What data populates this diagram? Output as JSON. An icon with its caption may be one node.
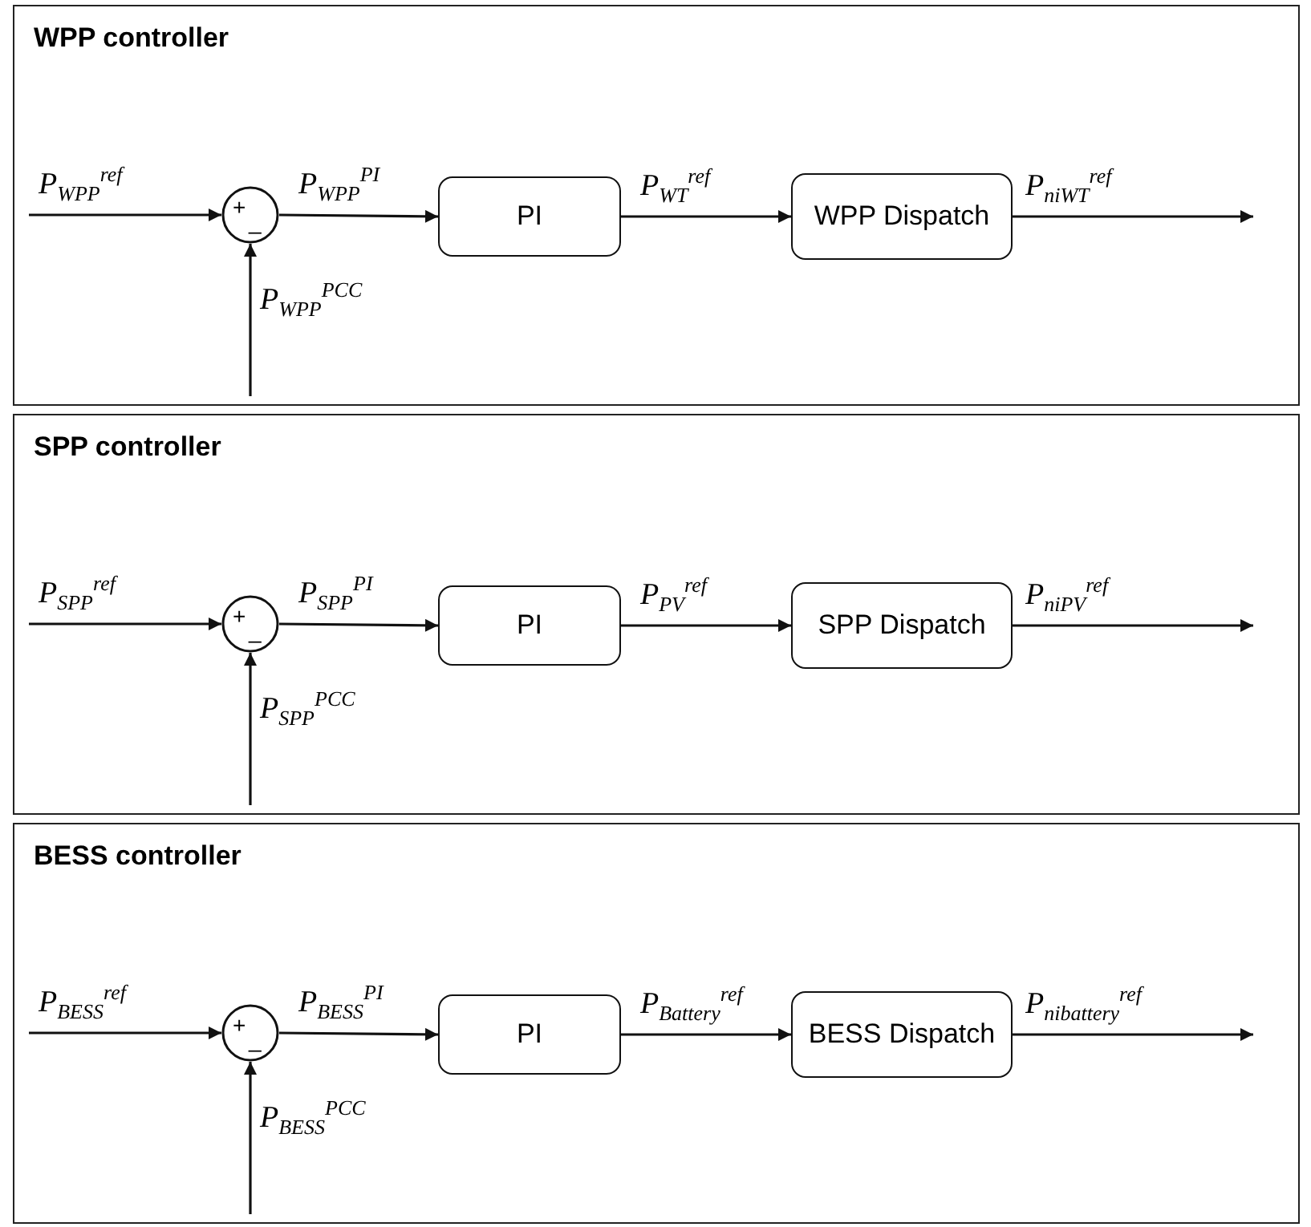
{
  "diagram": {
    "nodes": [
      {
        "text": [
          "WPP controller"
        ]
      },
      {
        "text": [
          "+",
          "_"
        ],
        "in": 0
      },
      {
        "text": [
          "PI"
        ],
        "in": 0
      },
      {
        "text": [
          "WPP Dispatch"
        ],
        "in": 0
      },
      {
        "text": [
          "SPP controller"
        ]
      },
      {
        "text": [
          "+",
          "_"
        ],
        "in": 4
      },
      {
        "text": [
          "PI"
        ],
        "in": 4
      },
      {
        "text": [
          "SPP Dispatch"
        ],
        "in": 4
      },
      {
        "text": [
          "BESS controller"
        ]
      },
      {
        "text": [
          "+",
          "_"
        ],
        "in": 8
      },
      {
        "text": [
          "PI"
        ],
        "in": 8
      },
      {
        "text": [
          "BESS Dispatch"
        ],
        "in": 8
      }
    ],
    "edges": [
      {
        "from": null,
        "to": 1,
        "arrow": "to",
        "label": "P$_{WPP}$$^{ref}$"
      },
      {
        "from": null,
        "to": 1,
        "arrow": "to",
        "label": "P$_{WPP}$$^{PCC}$"
      },
      {
        "from": 1,
        "to": 2,
        "arrow": "to",
        "label": "P$_{WPP}$$^{PI}$"
      },
      {
        "from": 2,
        "to": 3,
        "arrow": "to",
        "label": "P$_{WT}$$^{ref}$"
      },
      {
        "from": 3,
        "to": null,
        "arrow": "to",
        "label": "P$_{niWT}$$^{ref}$"
      },
      {
        "from": null,
        "to": 5,
        "arrow": "to",
        "label": "P$_{SPP}$$^{ref}$"
      },
      {
        "from": null,
        "to": 5,
        "arrow": "to",
        "label": "P$_{SPP}$$^{PCC}$"
      },
      {
        "from": 5,
        "to": 6,
        "arrow": "to",
        "label": "P$_{SPP}$$^{PI}$"
      },
      {
        "from": 6,
        "to": 7,
        "arrow": "to",
        "label": "P$_{PV}$$^{ref}$"
      },
      {
        "from": 7,
        "to": null,
        "arrow": "to",
        "label": "P$_{niPV}$$^{ref}$"
      },
      {
        "from": null,
        "to": 9,
        "arrow": "to",
        "label": "P$_{BESS}$$^{ref}$"
      },
      {
        "from": null,
        "to": 9,
        "arrow": "to",
        "label": "P$_{BESS}$$^{PCC}$"
      },
      {
        "from": 9,
        "to": 10,
        "arrow": "to",
        "label": "P$_{BESS}$$^{PI}$"
      },
      {
        "from": 10,
        "to": 11,
        "arrow": "to",
        "label": "P$_{Battery}$$^{ref}$"
      },
      {
        "from": 11,
        "to": null,
        "arrow": "to",
        "label": "P$_{nibattery}$$^{ref}$"
      }
    ]
  }
}
